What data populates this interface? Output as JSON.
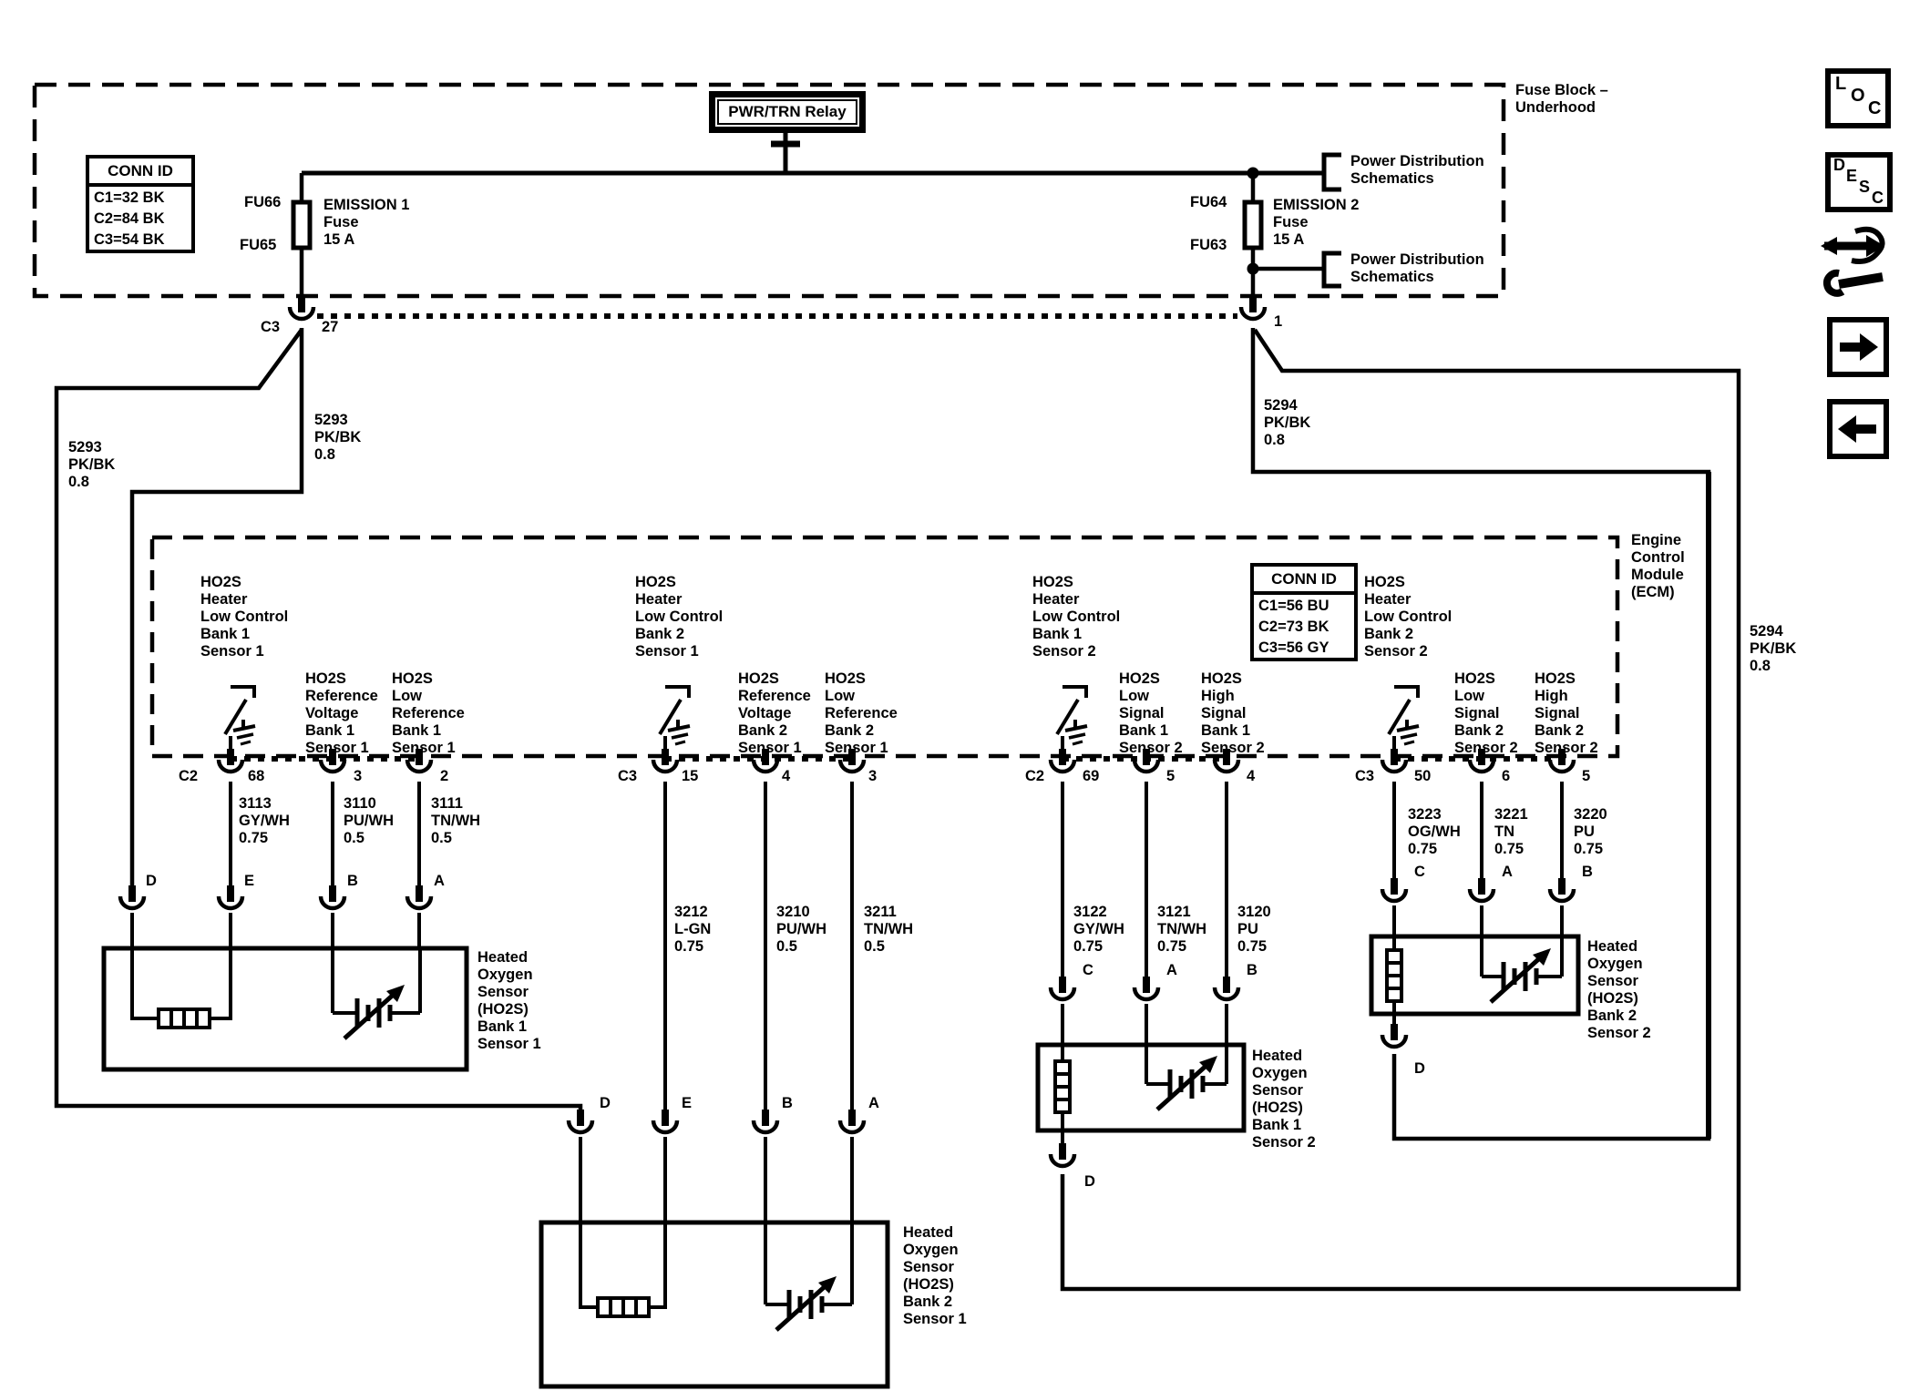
{
  "fuse_block": {
    "title": "Fuse Block –\nUnderhood",
    "conn_id": {
      "title": "CONN ID",
      "rows": [
        "C1=32 BK",
        "C2=84 BK",
        "C3=54 BK"
      ]
    },
    "relay_label": "PWR/TRN Relay",
    "fuse1": {
      "pin_top": "FU66",
      "pin_bottom": "FU65",
      "name": "EMISSION 1\nFuse\n15 A"
    },
    "fuse2": {
      "pin_top": "FU64",
      "pin_bottom": "FU63",
      "name": "EMISSION 2\nFuse\n15 A"
    },
    "power_dist_top": "Power Distribution\nSchematics",
    "power_dist_bottom": "Power Distribution\nSchematics",
    "conn_left_cavity": "C3",
    "conn_left_pin": "27",
    "conn_right_pin": "1"
  },
  "wire_labels": {
    "w5293_left": "5293\nPK/BK\n0.8",
    "w5293_mid": "5293\nPK/BK\n0.8",
    "w5294_inner": "5294\nPK/BK\n0.8",
    "w5294_outer": "5294\nPK/BK\n0.8"
  },
  "ecm": {
    "title": "Engine\nControl\nModule\n(ECM)",
    "conn_id": {
      "title": "CONN ID",
      "rows": [
        "C1=56 BU",
        "C2=73 BK",
        "C3=56 GY"
      ]
    },
    "groups": [
      {
        "connector": "C2",
        "heater_label": "HO2S\nHeater\nLow Control\nBank 1\nSensor 1",
        "col2_label": "HO2S\nReference\nVoltage\nBank 1\nSensor 1",
        "col3_label": "HO2S\nLow\nReference\nBank 1\nSensor 1",
        "pins": [
          "68",
          "3",
          "2"
        ],
        "wires": [
          "3113\nGY/WH\n0.75",
          "3110\nPU/WH\n0.5",
          "3111\nTN/WH\n0.5"
        ],
        "letters": [
          "D",
          "E",
          "B",
          "A"
        ]
      },
      {
        "connector": "C3",
        "heater_label": "HO2S\nHeater\nLow Control\nBank 2\nSensor 1",
        "col2_label": "HO2S\nReference\nVoltage\nBank 2\nSensor 1",
        "col3_label": "HO2S\nLow\nReference\nBank 2\nSensor 1",
        "pins": [
          "15",
          "4",
          "3"
        ],
        "wires": [
          "3212\nL-GN\n0.75",
          "3210\nPU/WH\n0.5",
          "3211\nTN/WH\n0.5"
        ],
        "letters": [
          "D",
          "E",
          "B",
          "A"
        ]
      },
      {
        "connector": "C2",
        "heater_label": "HO2S\nHeater\nLow Control\nBank 1\nSensor 2",
        "col2_label": "HO2S\nLow\nSignal\nBank 1\nSensor 2",
        "col3_label": "HO2S\nHigh\nSignal\nBank 1\nSensor 2",
        "pins": [
          "69",
          "5",
          "4"
        ],
        "wires": [
          "3122\nGY/WH\n0.75",
          "3121\nTN/WH\n0.75",
          "3120\nPU\n0.75"
        ],
        "letters": [
          "C",
          "A",
          "B"
        ],
        "letter_d": "D"
      },
      {
        "connector": "C3",
        "heater_label": "HO2S\nHeater\nLow Control\nBank 2\nSensor 2",
        "col2_label": "HO2S\nLow\nSignal\nBank 2\nSensor 2",
        "col3_label": "HO2S\nHigh\nSignal\nBank 2\nSensor 2",
        "pins": [
          "50",
          "6",
          "5"
        ],
        "wires": [
          "3223\nOG/WH\n0.75",
          "3221\nTN\n0.75",
          "3220\nPU\n0.75"
        ],
        "letters": [
          "C",
          "A",
          "B"
        ],
        "letter_d": "D"
      }
    ]
  },
  "sensors": [
    {
      "label": "Heated\nOxygen\nSensor\n(HO2S)\nBank 1\nSensor 1"
    },
    {
      "label": "Heated\nOxygen\nSensor\n(HO2S)\nBank 2\nSensor 1"
    },
    {
      "label": "Heated\nOxygen\nSensor\n(HO2S)\nBank 1\nSensor 2"
    },
    {
      "label": "Heated\nOxygen\nSensor\n(HO2S)\nBank 2\nSensor 2"
    }
  ],
  "nav": {
    "loc": "LOC",
    "desc": "DESC"
  },
  "colors": {
    "ink": "#000000",
    "paper": "#ffffff"
  }
}
